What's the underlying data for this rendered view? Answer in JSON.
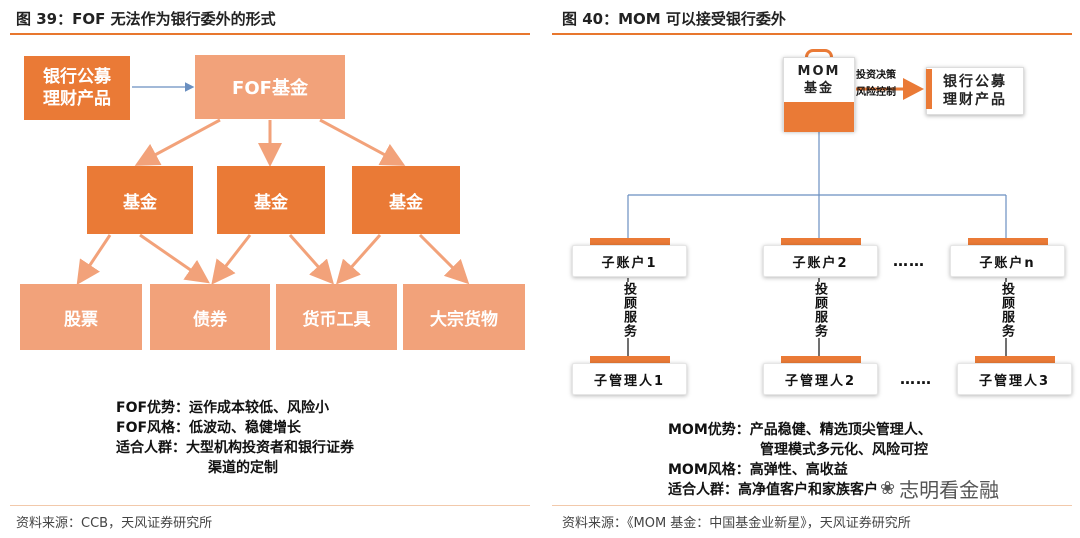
{
  "left": {
    "title": "图 39：FOF 无法作为银行委外的形式",
    "source": "资料来源：CCB，天风证券研究所",
    "nodes": {
      "bank_product": "银行公募\n理财产品",
      "fof_fund": "FOF基金",
      "funds": [
        "基金",
        "基金",
        "基金"
      ],
      "assets": [
        "股票",
        "债券",
        "货币工具",
        "大宗货物"
      ]
    },
    "notes": [
      {
        "label": "FOF优势：",
        "text": "运作成本较低、风险小"
      },
      {
        "label": "FOF风格：",
        "text": "低波动、稳健增长"
      },
      {
        "label": "适合人群：",
        "text": "大型机构投资者和银行证券",
        "cont": "渠道的定制"
      }
    ]
  },
  "right": {
    "title": "图 40：MOM 可以接受银行委外",
    "source": "资料来源：《MOM 基金：中国基金业新星》，天风证券研究所",
    "nodes": {
      "mom_fund": "MOM\n基金",
      "bank_product": "银行公募\n理财产品",
      "arrow_label_1": "投资决策",
      "arrow_label_2": "风险控制",
      "sub_accounts": [
        "子账户1",
        "子账户2",
        "子账户n"
      ],
      "advisory": "投顾服务",
      "managers": [
        "子管理人1",
        "子管理人2",
        "子管理人3"
      ],
      "ellipsis": "……"
    },
    "notes": [
      {
        "label": "MOM优势：",
        "text": "产品稳健、精选顶尖管理人、",
        "cont": "管理模式多元化、风险可控"
      },
      {
        "label": "MOM风格：",
        "text": "高弹性、高收益"
      },
      {
        "label": "适合人群：",
        "text": "高净值客户和家族客户"
      }
    ],
    "watermark": "志明看金融"
  },
  "colors": {
    "accent": "#ea7a36",
    "light": "#f2a27a",
    "line": "#6a8fc0"
  }
}
